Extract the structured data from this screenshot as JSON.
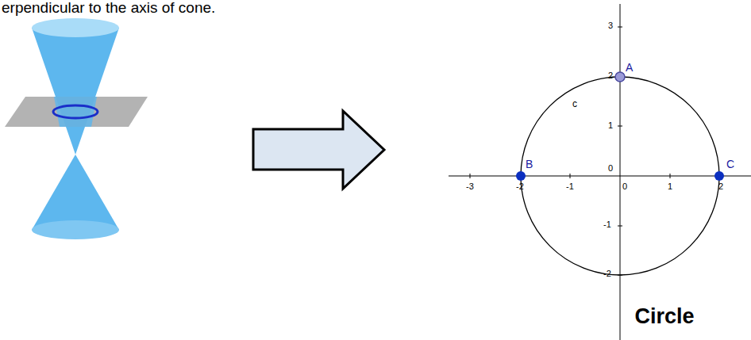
{
  "diagram": {
    "caption": "Circle",
    "labels": [
      "erpendicular  to the axis of cone.",
      "3",
      "2",
      "1",
      "0",
      "-1",
      "-2",
      "-3",
      "-2",
      "-1",
      "0",
      "1",
      "2",
      "A",
      "B",
      "C",
      "c"
    ]
  }
}
